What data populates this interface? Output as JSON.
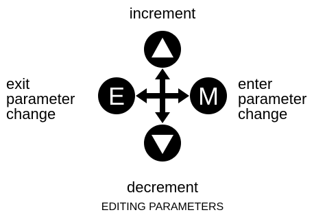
{
  "labels": {
    "top": "increment",
    "bottom": "decrement",
    "left": [
      "exit",
      "parameter",
      "change"
    ],
    "right": [
      "enter",
      "parameter",
      "change"
    ]
  },
  "buttons": {
    "left_letter": "E",
    "right_letter": "M"
  },
  "caption": "EDITING PARAMETERS",
  "colors": {
    "button_fill": "#000000",
    "button_letter": "#ffffff",
    "text": "#000000",
    "background": "#ffffff"
  },
  "icons": {
    "up": "triangle-up-icon",
    "down": "triangle-down-icon",
    "center": "four-way-arrow-icon"
  }
}
